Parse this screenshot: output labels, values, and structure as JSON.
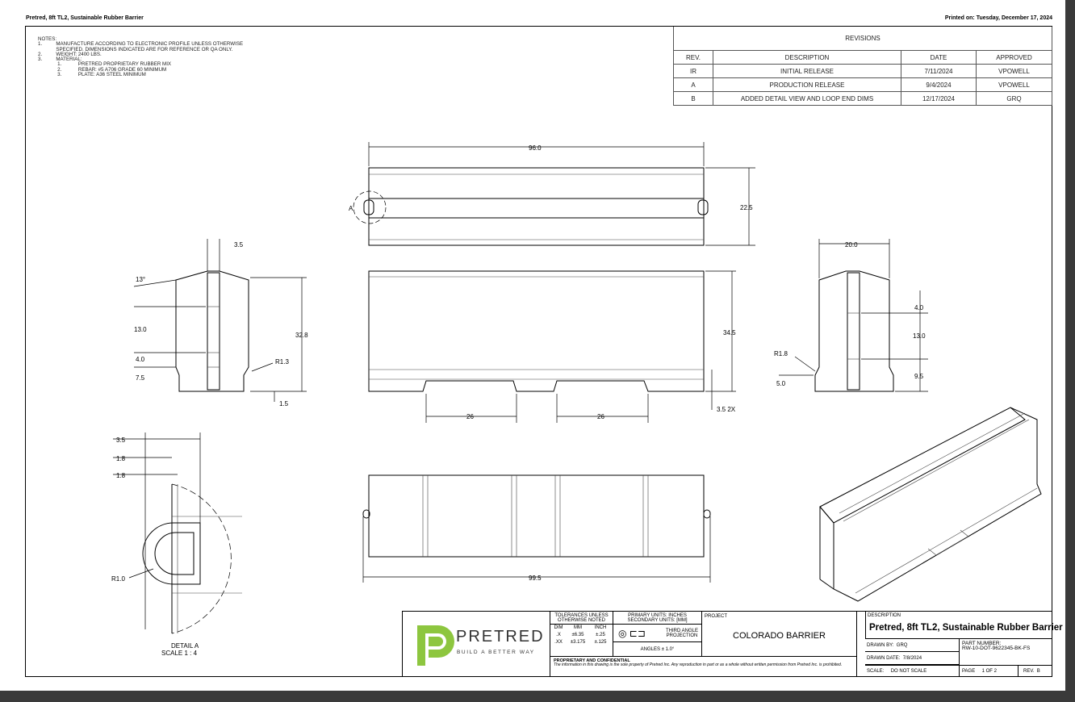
{
  "header": {
    "title": "Pretred, 8ft TL2, Sustainable Rubber Barrier",
    "printed_on": "Printed on: Tuesday, December 17, 2024"
  },
  "notes": {
    "heading": "NOTES:",
    "lines": [
      "1.          MANUFACTURE ACCORDING TO ELECTRONIC PROFILE UNLESS OTHERWISE",
      "             SPECIFIED. DIMENSIONS INDICATED ARE FOR REFERENCE OR QA ONLY.",
      "2.          WEIGHT: 2400 LBS.",
      "3.          MATERIAL:",
      "              1.            PRETRED PROPRIETARY RUBBER MIX",
      "              2.            REBAR: #5 A706 GRADE 60 MINIMUM",
      "              3.            PLATE: A36 STEEL MINIMUM"
    ]
  },
  "revisions": {
    "title": "REVISIONS",
    "columns": [
      "REV.",
      "DESCRIPTION",
      "DATE",
      "APPROVED"
    ],
    "rows": [
      [
        "IR",
        "INITIAL RELEASE",
        "7/11/2024",
        "VPOWELL"
      ],
      [
        "A",
        "PRODUCTION RELEASE",
        "9/4/2024",
        "VPOWELL"
      ],
      [
        "B",
        "ADDED DETAIL VIEW AND LOOP END DIMS",
        "12/17/2024",
        "GRQ"
      ]
    ]
  },
  "dims": {
    "top_len": "96.0",
    "top_h": "22.5",
    "detail_ref": "A",
    "side_3_5": "3.5",
    "side_13deg": "13°",
    "side_13": "13.0",
    "side_4": "4.0",
    "side_7_5": "7.5",
    "side_32_8": "32.8",
    "side_r13": "R1.3",
    "side_1_5": "1.5",
    "front_34_5": "34.5",
    "front_26a": "26",
    "front_26b": "26",
    "front_3_5_2x": "3.5 2X",
    "right_20": "20.0",
    "right_4": "4.0",
    "right_13": "13.0",
    "right_9_5": "9.5",
    "right_r18": "R1.8",
    "right_5": "5.0",
    "bottom_99_5": "99.5",
    "det_3_5": "3.5",
    "det_1_8a": "1.8",
    "det_1_8b": "1.8",
    "det_r1": "R1.0",
    "detail_label": "DETAIL A",
    "detail_scale": "SCALE 1 : 4"
  },
  "title_block": {
    "logo_name": "PRETRED",
    "logo_tagline": "BUILD A BETTER WAY",
    "brand_color": "#8dc63f",
    "tolerances_title": "TOLERANCES UNLESS OTHERWISE NOTED",
    "tol_cols": [
      "DIM",
      "MM",
      "INCH"
    ],
    "tol_rows": [
      [
        ".X",
        "±6.35",
        "±.25"
      ],
      [
        ".XX",
        "±3.175",
        "±.125"
      ]
    ],
    "units": "PRIMARY UNITS: INCHES SECONDARY UNITS: [MM]",
    "projection": "THIRD ANGLE PROJECTION",
    "angles": "ANGLES ± 1.0°",
    "confidential_title": "PROPRIETARY AND CONFIDENTIAL",
    "confidential_text": "The information in this drawing is the sole property of Pretred Inc. Any reproduction in part or as a whole without written permission from Pretred Inc. is prohibited.",
    "project_label": "PROJECT",
    "project": "COLORADO BARRIER",
    "description_label": "DESCRIPTION",
    "description": "Pretred, 8ft TL2, Sustainable Rubber Barrier",
    "drawn_by_label": "DRAWN BY:",
    "drawn_by": "GRQ",
    "drawn_date_label": "DRAWN DATE:",
    "drawn_date": "7/8/2024",
    "part_number_label": "PART NUMBER:",
    "part_number": "RW-10-DOT-9622345-BK-FS",
    "scale_label": "SCALE:",
    "scale": "DO NOT SCALE",
    "page_label": "PAGE",
    "page": "1  OF  2",
    "rev_label": "REV.",
    "rev": "B"
  }
}
